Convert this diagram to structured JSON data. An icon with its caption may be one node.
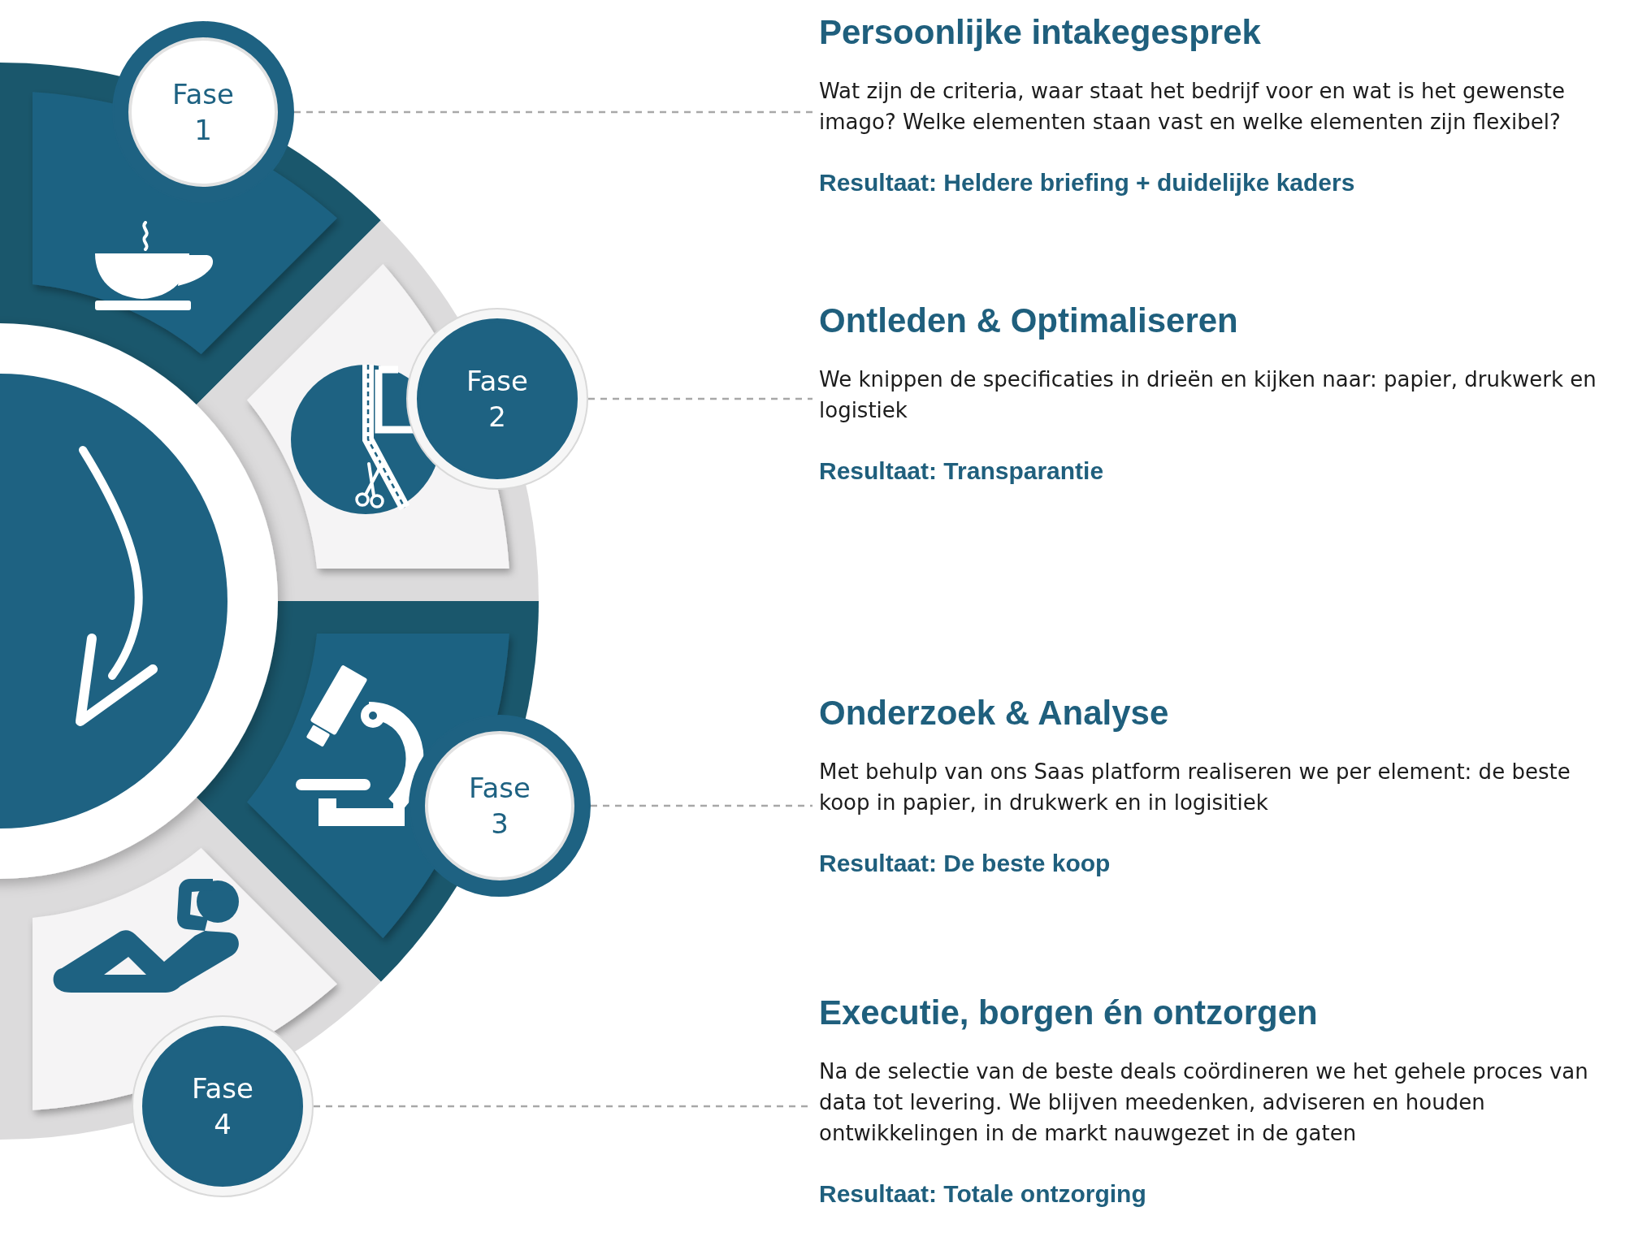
{
  "diagram": {
    "nodes": [
      {
        "text": [
          "Fase 1"
        ]
      },
      {
        "text": [
          "Persoonlijke intakegesprek",
          "Wat zijn de criteria, waar staat het bedrijf voor en wat is het gewenste imago? Welke elementen staan vast en welke elementen zijn flexibel?",
          "Resultaat: Heldere briefing + duidelijke kaders"
        ]
      },
      {
        "text": [
          "Fase 2"
        ]
      },
      {
        "text": [
          "Ontleden & Optimaliseren",
          "We knippen de specificaties in drieën en kijken naar: papier, drukwerk en logistiek",
          "Resultaat: Transparantie"
        ]
      },
      {
        "text": [
          "Fase 3"
        ]
      },
      {
        "text": [
          "Onderzoek & Analyse",
          "Met behulp van ons Saas platform realiseren we per element: de beste koop in papier, in drukwerk en in logisitiek",
          "Resultaat: De beste koop"
        ]
      },
      {
        "text": [
          "Fase 4"
        ]
      },
      {
        "text": [
          "Executie, borgen én ontzorgen",
          "Na de selectie van de beste deals coördineren we het gehele proces van data tot levering. We blijven meedenken, adviseren en houden ontwikkelingen in de markt nauwgezet in de gaten",
          "Resultaat: Totale ontzorging"
        ]
      }
    ],
    "edges": [
      {
        "from": 0,
        "to": 1,
        "arrow": "none",
        "style": "dashed"
      },
      {
        "from": 2,
        "to": 3,
        "arrow": "none",
        "style": "dashed"
      },
      {
        "from": 4,
        "to": 5,
        "arrow": "none",
        "style": "dashed"
      },
      {
        "from": 6,
        "to": 7,
        "arrow": "none",
        "style": "dashed"
      }
    ]
  }
}
